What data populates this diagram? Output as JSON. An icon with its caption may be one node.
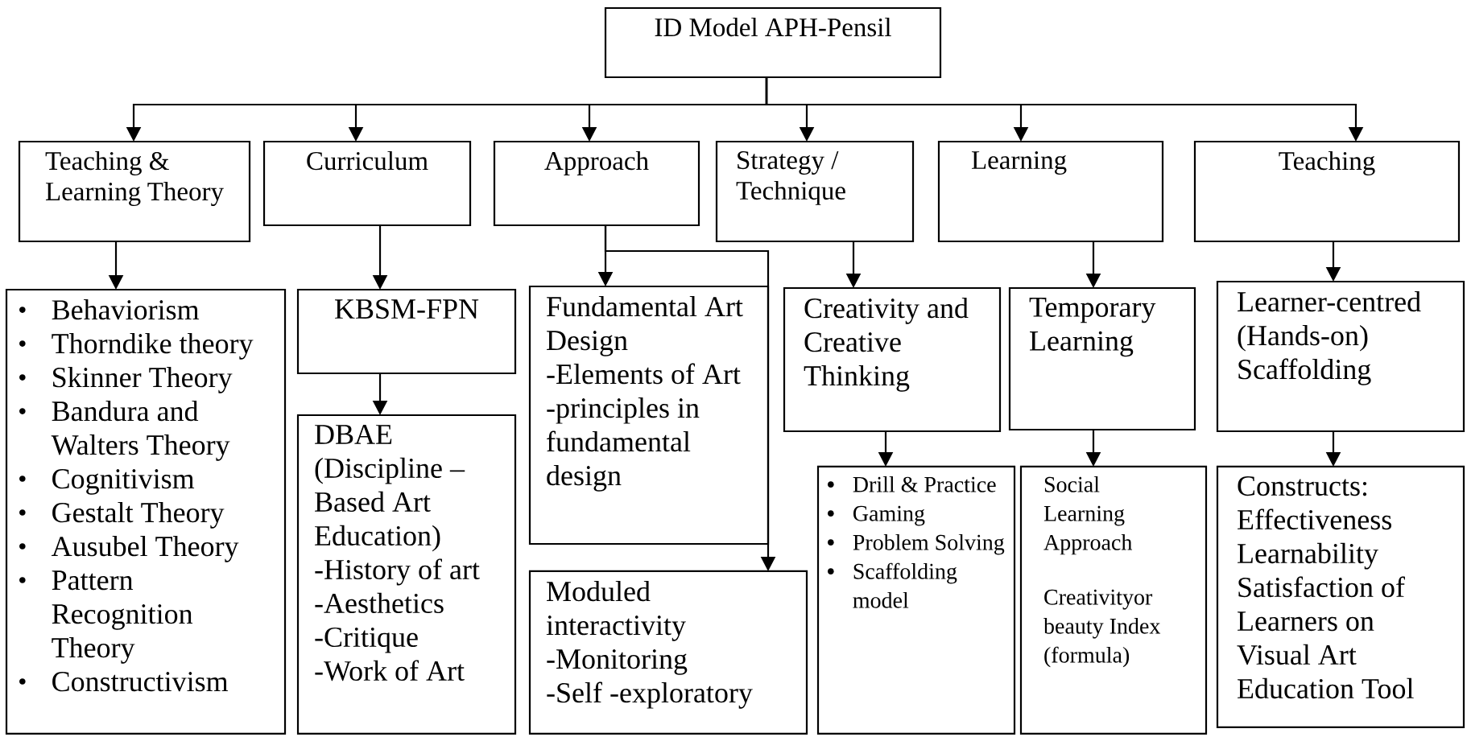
{
  "diagram": {
    "nodes": [
      {
        "text": [
          "ID Model APH-Pensil"
        ]
      },
      {
        "text": [
          "Teaching & Learning Theory"
        ]
      },
      {
        "text": [
          "Curriculum"
        ]
      },
      {
        "text": [
          "Approach"
        ]
      },
      {
        "text": [
          "Strategy / Technique"
        ]
      },
      {
        "text": [
          "Learning"
        ]
      },
      {
        "text": [
          "Teaching"
        ]
      },
      {
        "text": [
          "Behaviorism",
          "Thorndike theory",
          "Skinner Theory",
          "Bandura and Walters Theory",
          "Cognitivism",
          "Gestalt Theory",
          "Ausubel Theory",
          "Pattern Recognition Theory",
          "Constructivism"
        ]
      },
      {
        "text": [
          "KBSM-FPN"
        ]
      },
      {
        "text": [
          "DBAE (Discipline – Based Art Education)",
          "-History of art",
          "-Aesthetics",
          "-Critique",
          "-Work of Art"
        ]
      },
      {
        "text": [
          "Fundamental Art Design",
          "-Elements of Art",
          "-principles in fundamental design"
        ]
      },
      {
        "text": [
          "Moduled interactivity",
          "-Monitoring",
          "-Self -exploratory"
        ]
      },
      {
        "text": [
          "Creativity and Creative Thinking"
        ]
      },
      {
        "text": [
          "Temporary Learning"
        ]
      },
      {
        "text": [
          "Learner-centred (Hands-on) Scaffolding"
        ]
      },
      {
        "text": [
          "Drill & Practice",
          "Gaming",
          "Problem Solving",
          "Scaffolding model"
        ]
      },
      {
        "text": [
          "Social Learning Approach",
          "Creativityor beauty Index (formula)"
        ]
      },
      {
        "text": [
          "Constructs:",
          "Effectiveness",
          "Learnability",
          "Satisfaction of Learners on Visual Art Education Tool"
        ]
      }
    ],
    "edges": [
      {
        "from": 0,
        "to": 1,
        "arrow": "to"
      },
      {
        "from": 0,
        "to": 2,
        "arrow": "to"
      },
      {
        "from": 0,
        "to": 3,
        "arrow": "to"
      },
      {
        "from": 0,
        "to": 4,
        "arrow": "to"
      },
      {
        "from": 0,
        "to": 5,
        "arrow": "to"
      },
      {
        "from": 0,
        "to": 6,
        "arrow": "to"
      },
      {
        "from": 1,
        "to": 7,
        "arrow": "to"
      },
      {
        "from": 2,
        "to": 8,
        "arrow": "to"
      },
      {
        "from": 8,
        "to": 9,
        "arrow": "to"
      },
      {
        "from": 3,
        "to": 10,
        "arrow": "to"
      },
      {
        "from": 3,
        "to": 11,
        "arrow": "to"
      },
      {
        "from": 4,
        "to": 12,
        "arrow": "to"
      },
      {
        "from": 12,
        "to": 15,
        "arrow": "to"
      },
      {
        "from": 5,
        "to": 13,
        "arrow": "to"
      },
      {
        "from": 13,
        "to": 16,
        "arrow": "to"
      },
      {
        "from": 6,
        "to": 14,
        "arrow": "to"
      },
      {
        "from": 14,
        "to": 17,
        "arrow": "to"
      }
    ]
  }
}
